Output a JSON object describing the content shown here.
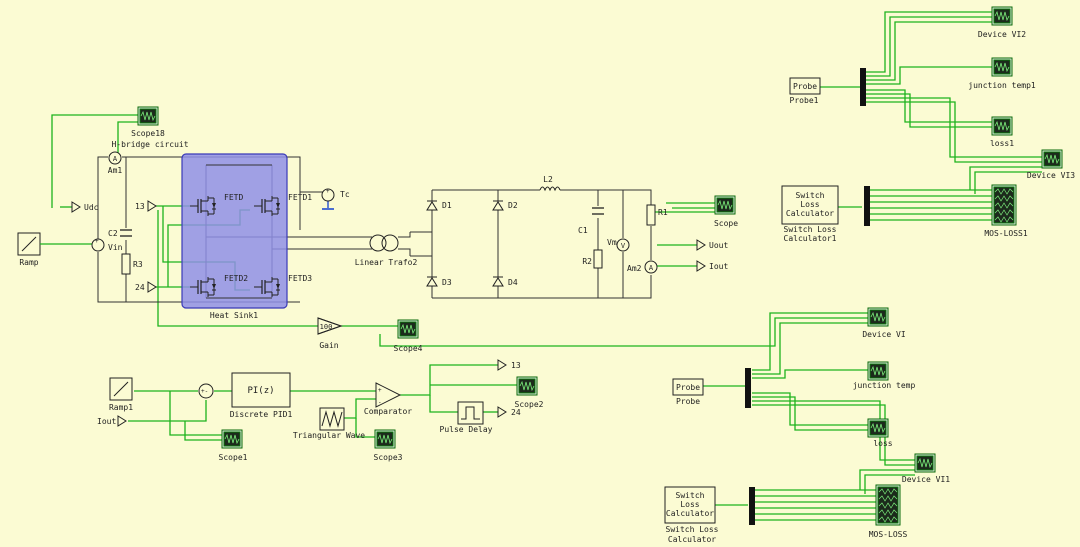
{
  "labels": {
    "scope18": "Scope18",
    "hbridge": "H-bridge circuit",
    "am1": "Am1",
    "udc": "Udc",
    "c2": "C2",
    "vin": "Vin",
    "r3": "R3",
    "ramp": "Ramp",
    "n13": "13",
    "n24": "24",
    "fetd": "FETD",
    "fetd1": "FETD1",
    "fetd2": "FETD2",
    "fetd3": "FETD3",
    "tc": "Tc",
    "heatsink": "Heat Sink1",
    "trafo": "Linear Trafo2",
    "d1": "D1",
    "d2": "D2",
    "d3": "D3",
    "d4": "D4",
    "l2": "L2",
    "c1": "C1",
    "vm": "Vm",
    "r2": "R2",
    "r1": "R1",
    "am2": "Am2",
    "scope": "Scope",
    "uout": "Uout",
    "iout": "Iout",
    "gain_val": "100",
    "gain": "Gain",
    "scope4": "Scope4",
    "ramp1": "Ramp1",
    "iout_in": "Iout",
    "scope1": "Scope1",
    "pi": "PI(z)",
    "pid": "Discrete PID1",
    "tri": "Triangular Wave",
    "scope3": "Scope3",
    "comparator": "Comparator",
    "scope2": "Scope2",
    "pulse": "Pulse Delay",
    "out13": "13",
    "out24": "24",
    "probe1_box": "Probe",
    "probe1": "Probe1",
    "devvi2": "Device VI2",
    "jtemp1": "junction temp1",
    "loss1": "loss1",
    "devvi3": "Device VI3",
    "slc1_l1": "Switch",
    "slc1_l2": "Loss",
    "slc1_l3": "Calculator",
    "slc1_n1": "Switch Loss",
    "slc1_n2": "Calculator1",
    "mosloss1": "MOS-LOSS1",
    "probe_box": "Probe",
    "probe": "Probe",
    "devvi": "Device VI",
    "jtemp": "junction temp",
    "loss": "loss",
    "devvi1": "Device VI1",
    "slc_l1": "Switch",
    "slc_l2": "Loss",
    "slc_l3": "Calculator",
    "slc_n1": "Switch Loss",
    "slc_n2": "Calculator",
    "mosloss": "MOS-LOSS"
  },
  "colors": {
    "background": "#fbfbd3",
    "signal_wire": "#1db31d",
    "thermal_wire": "#1240d0",
    "heatsink_fill": "#8f8fe6"
  }
}
